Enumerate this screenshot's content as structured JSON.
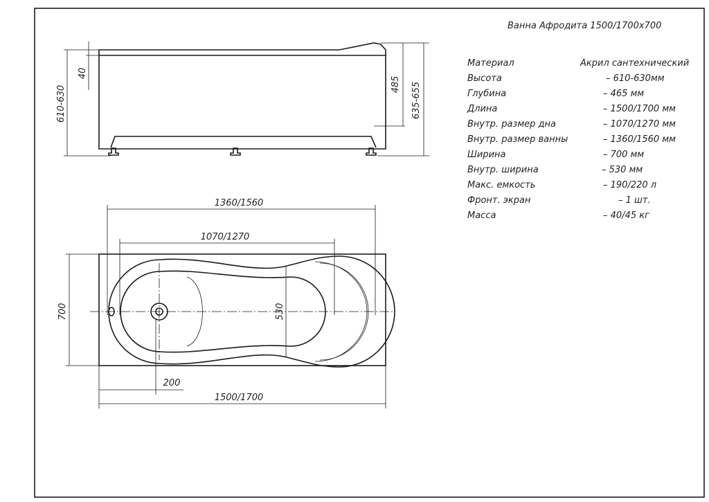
{
  "title": "Ванна Афродита 1500/1700x700",
  "specs": [
    {
      "label": "Материал",
      "value": "Акрил сантехнический"
    },
    {
      "label": "Высота",
      "value": "– 610-630мм"
    },
    {
      "label": "Глубина",
      "value": "– 465 мм"
    },
    {
      "label": "Длина",
      "value": "– 1500/1700 мм"
    },
    {
      "label": "Внутр. размер дна",
      "value": "– 1070/1270 мм"
    },
    {
      "label": "Внутр. размер ванны",
      "value": "– 1360/1560 мм"
    },
    {
      "label": "Ширина",
      "value": "– 700 мм"
    },
    {
      "label": "Внутр. ширина",
      "value": "– 530 мм"
    },
    {
      "label": "Макс. емкость",
      "value": "– 190/220 л"
    },
    {
      "label": "Фронт. экран",
      "value": "– 1 шт."
    },
    {
      "label": "Масса",
      "value": "– 40/45 кг"
    }
  ],
  "side_view": {
    "dim_height": "610-630",
    "dim_rim": "40",
    "dim_depth": "485",
    "dim_total": "635-655"
  },
  "top_view": {
    "dim_inner_length": "1360/1560",
    "dim_bottom_length": "1070/1270",
    "dim_width": "700",
    "dim_inner_width": "530",
    "dim_drain": "200",
    "dim_length": "1500/1700"
  }
}
